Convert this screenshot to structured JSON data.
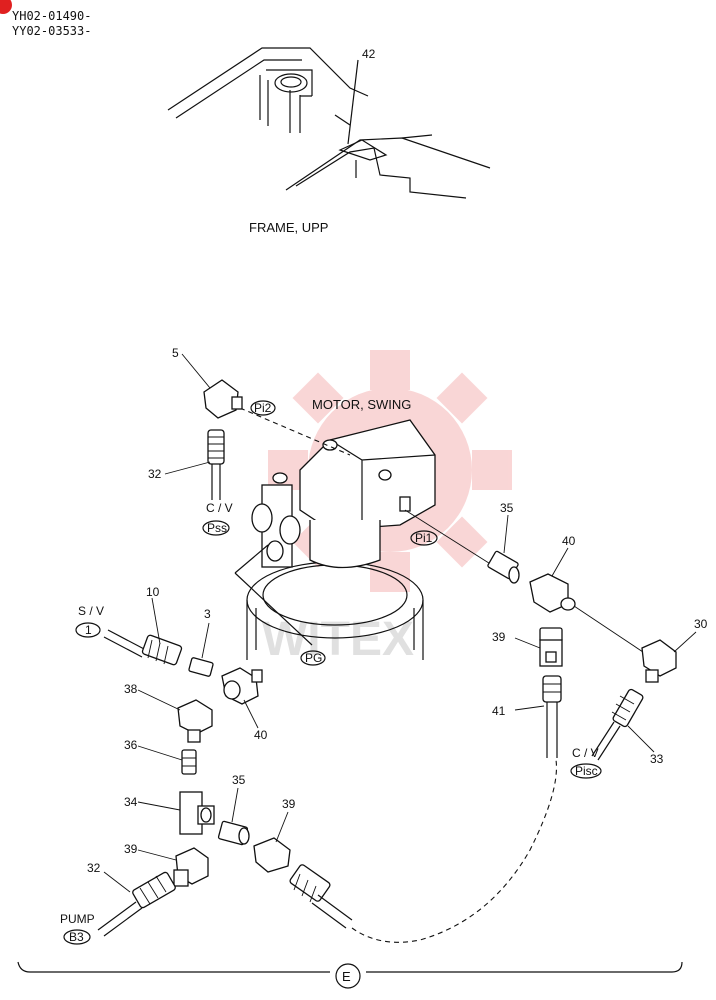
{
  "header": {
    "serial_1": "YH02-01490-",
    "serial_2": "YY02-03533-"
  },
  "top_view": {
    "title": "FRAME, UPP",
    "callout": "42"
  },
  "main_view": {
    "title": "MOTOR, SWING",
    "section_mark": "E"
  },
  "port_tags": {
    "pi2": "Pi2",
    "pi1": "Pi1",
    "pss": "Pss",
    "pg": "PG",
    "one": "1",
    "pisc": "Pisc",
    "b3": "B3"
  },
  "connection_labels": {
    "cv_top": "C / V",
    "sv": "S / V",
    "cv_right": "C / V",
    "pump": "PUMP"
  },
  "callouts": {
    "c5": "5",
    "c32_top": "32",
    "c10": "10",
    "c3": "3",
    "c38": "38",
    "c40_left": "40",
    "c36": "36",
    "c34": "34",
    "c35_mid": "35",
    "c39_mid": "39",
    "c39_low": "39",
    "c32_low": "32",
    "c35_right": "35",
    "c40_right": "40",
    "c30": "30",
    "c39_right": "39",
    "c41": "41",
    "c33": "33"
  },
  "watermark": {
    "text": "WITEX",
    "color": "#e84a4a"
  },
  "colors": {
    "line": "#111111",
    "watermark": "#f5b5b5",
    "corner_badge": "#e02020"
  }
}
